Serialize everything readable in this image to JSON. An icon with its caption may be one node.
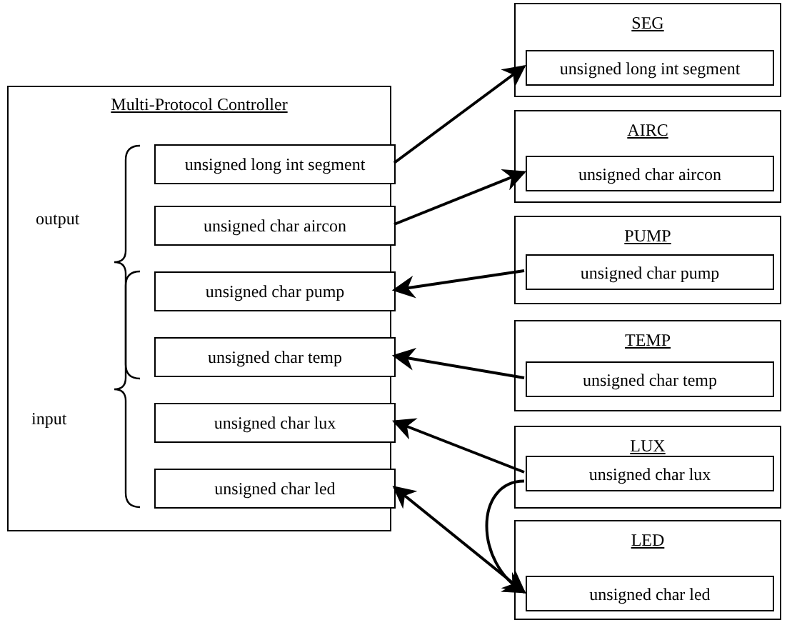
{
  "diagram": {
    "nodes": [
      {
        "text": [
          "Multi-Protocol Controller"
        ]
      },
      {
        "text": [
          "unsigned long int segment"
        ],
        "in": 0
      },
      {
        "text": [
          "unsigned char aircon"
        ],
        "in": 0
      },
      {
        "text": [
          "unsigned char pump"
        ],
        "in": 0
      },
      {
        "text": [
          "unsigned char temp"
        ],
        "in": 0
      },
      {
        "text": [
          "unsigned char lux"
        ],
        "in": 0
      },
      {
        "text": [
          "unsigned char led"
        ],
        "in": 0
      },
      {
        "text": [
          "SEG"
        ]
      },
      {
        "text": [
          "unsigned long int segment"
        ],
        "in": 7
      },
      {
        "text": [
          "AIRC"
        ]
      },
      {
        "text": [
          "unsigned char aircon"
        ],
        "in": 9
      },
      {
        "text": [
          "PUMP"
        ]
      },
      {
        "text": [
          "unsigned char pump"
        ],
        "in": 11
      },
      {
        "text": [
          "TEMP"
        ]
      },
      {
        "text": [
          "unsigned char temp"
        ],
        "in": 13
      },
      {
        "text": [
          "LUX"
        ]
      },
      {
        "text": [
          "unsigned char lux"
        ],
        "in": 15
      },
      {
        "text": [
          "LED"
        ]
      },
      {
        "text": [
          "unsigned char led"
        ],
        "in": 17
      }
    ],
    "edges": [
      {
        "from": 1,
        "to": 8,
        "arrow": "to"
      },
      {
        "from": 2,
        "to": 10,
        "arrow": "to"
      },
      {
        "from": 12,
        "to": 3,
        "arrow": "to"
      },
      {
        "from": 14,
        "to": 4,
        "arrow": "to"
      },
      {
        "from": 16,
        "to": 5,
        "arrow": "to"
      },
      {
        "from": 16,
        "to": 18,
        "arrow": "to"
      },
      {
        "from": 6,
        "to": 18,
        "arrow": "both"
      }
    ],
    "labels": [
      "output",
      "input"
    ]
  }
}
